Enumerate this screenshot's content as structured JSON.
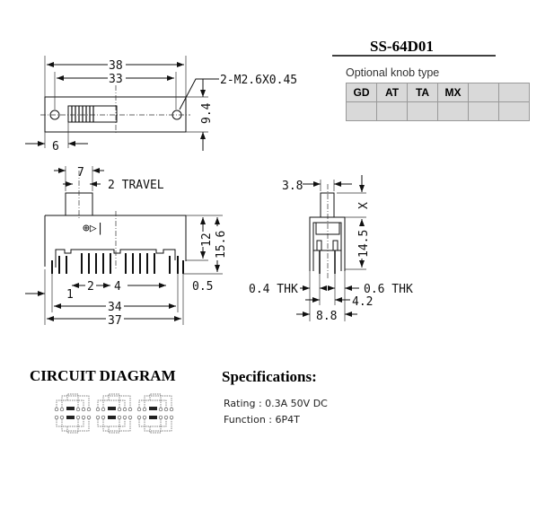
{
  "part_number": "SS-64D01",
  "knob": {
    "title": "Optional knob type",
    "headers": [
      "GD",
      "AT",
      "TA",
      "MX",
      "",
      ""
    ]
  },
  "top_view": {
    "dim_overall": "38",
    "dim_holes": "33",
    "thread": "2-M2.6X0.45",
    "dim_height": "9.4",
    "dim_offset": "6"
  },
  "front_view": {
    "dim_knob": "7",
    "travel": "2 TRAVEL",
    "dim_body": "12",
    "dim_total": "15.6",
    "dim_pin1": "1",
    "dim_pitch": "2",
    "dim_gap": "4",
    "dim_end": "0.5",
    "dim_span": "34",
    "dim_overall": "37"
  },
  "side_view": {
    "dim_knob": "3.8",
    "dim_x": "X",
    "dim_height": "14.5",
    "thk_left": "0.4 THK",
    "thk_right": "0.6 THK",
    "dim_row": "4.2",
    "dim_width": "8.8"
  },
  "circuit": {
    "title": "CIRCUIT DIAGRAM"
  },
  "specs": {
    "title": "Specifications:",
    "rating": "Rating : 0.3A 50V DC",
    "function": "Function : 6P4T"
  }
}
